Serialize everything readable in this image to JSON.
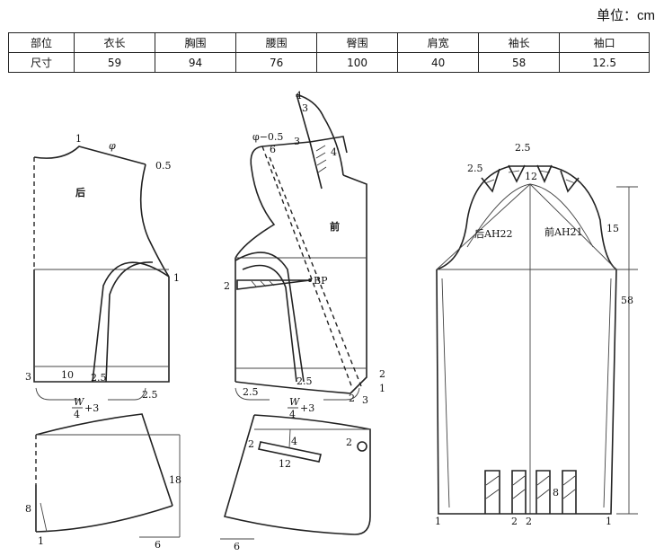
{
  "unit_label": "单位：cm",
  "table": {
    "headers": [
      "部位",
      "衣长",
      "胸围",
      "腰围",
      "臀围",
      "肩宽",
      "袖长",
      "袖口"
    ],
    "row_label": "尺寸",
    "values": [
      "59",
      "94",
      "76",
      "100",
      "40",
      "58",
      "12.5"
    ]
  },
  "back": {
    "label": "后",
    "m_shoulder": "φ",
    "m_neck": "1",
    "m_shoulder_drop": "0.5",
    "m_side": "1",
    "m_hem_left": "3",
    "m_hem_10": "10",
    "m_hem_25a": "2.5",
    "m_hem_25b": "2.5"
  },
  "back_skirt": {
    "w_num": "W",
    "w_den": "4",
    "w_plus": "+3",
    "m_height": "18",
    "m_left": "8",
    "m_corner": "1",
    "m_6": "6"
  },
  "front": {
    "label": "前",
    "m_top4": "4",
    "m_top3": "3",
    "m_phi": "φ−0.5",
    "m_6": "6",
    "m_3": "3",
    "m_4": "4",
    "m_dart2": "2",
    "bp": "BP",
    "m_25a": "2.5",
    "m_25b": "2.5",
    "m_r2": "2",
    "m_r1": "1",
    "m_b2": "2",
    "m_b3": "3"
  },
  "front_skirt": {
    "w_num": "W",
    "w_den": "4",
    "w_plus": "+3",
    "m_2a": "2",
    "m_4": "4",
    "m_12": "12",
    "m_2b": "2",
    "m_6": "6"
  },
  "sleeve": {
    "m_25top": "2.5",
    "m_25left": "2.5",
    "m_12": "12",
    "back_ah": "后AH22",
    "front_ah": "前AH21",
    "m_15": "15",
    "m_58": "58",
    "m_8": "8",
    "m_1l": "1",
    "m_2l": "2",
    "m_2r": "2",
    "m_1r": "1"
  }
}
